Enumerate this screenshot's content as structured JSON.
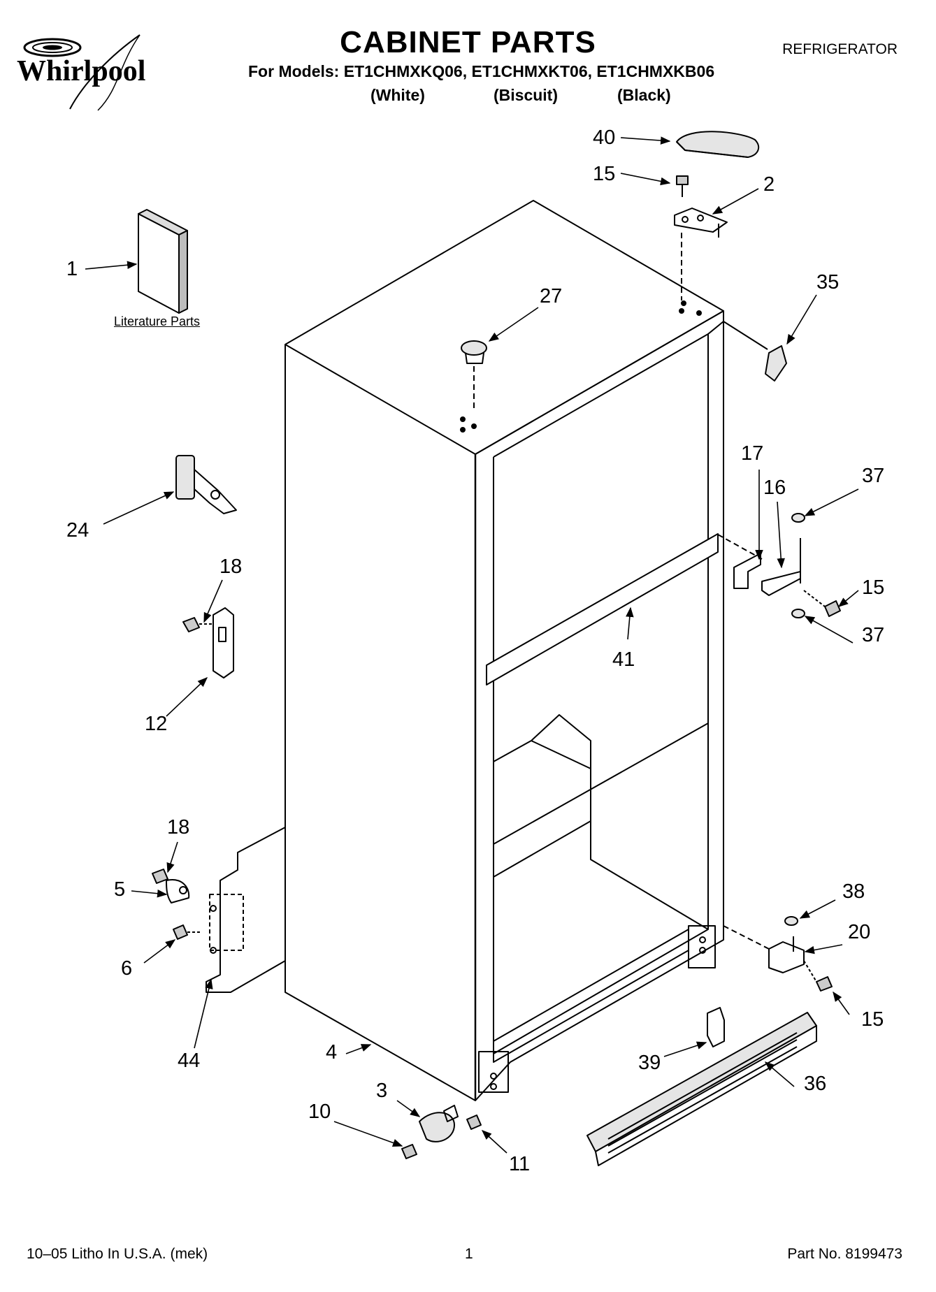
{
  "brand": {
    "name": "Whirlpool",
    "logo": "whirlpool-logo-swoosh"
  },
  "header": {
    "title": "CABINET PARTS",
    "models": "For Models: ET1CHMXKQ06, ET1CHMXKT06, ET1CHMXKB06",
    "variants": [
      "(White)",
      "(Biscuit)",
      "(Black)"
    ],
    "category": "REFRIGERATOR"
  },
  "literature_label": "Literature Parts",
  "callouts": [
    "40",
    "15",
    "2",
    "1",
    "35",
    "27",
    "24",
    "17",
    "37",
    "16",
    "15",
    "18",
    "37",
    "41",
    "12",
    "18",
    "38",
    "5",
    "20",
    "6",
    "15",
    "44",
    "4",
    "39",
    "36",
    "3",
    "10",
    "11"
  ],
  "footer": {
    "left": "10–05 Litho In U.S.A. (mek)",
    "center": "1",
    "right": "Part No. 8199473"
  },
  "colors": {
    "ink": "#000000",
    "background": "#ffffff",
    "shading": "#bdbdbd"
  }
}
